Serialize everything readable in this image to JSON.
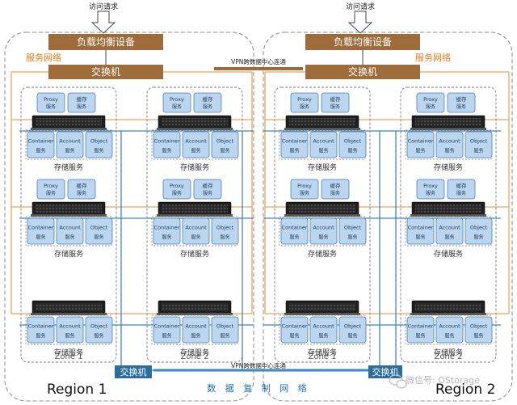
{
  "request_label": "访问请求",
  "load_balancer_label": "负载均衡设备",
  "switch_label": "交换机",
  "service_network_label": "服务网络",
  "vpn_label": "VPN跨数据中心连通",
  "replication_network_label": "数 据 复 制 网 络",
  "storage_service_label": "存储服务",
  "proxy": {
    "name": "Proxy",
    "sub": "服务"
  },
  "cache": {
    "name": "缓存",
    "sub": "服务"
  },
  "storage_services": [
    {
      "name": "Container",
      "sub": "服务"
    },
    {
      "name": "Account",
      "sub": "服务"
    },
    {
      "name": "Object",
      "sub": "服务"
    }
  ],
  "regions": [
    {
      "label": "Region 1",
      "zones": [
        "Zone 1",
        "Zone 2"
      ]
    },
    {
      "label": "Region 2",
      "zones": [
        "Zone 1",
        "Zone 2"
      ]
    }
  ],
  "watermark": "微信号: OStorage",
  "colors": {
    "load_balancer": "#9e6b3a",
    "switch": "#9e6b3a",
    "service_network": "#f0a55a",
    "replication_network": "#3b87c4",
    "replication_switch": "#2d6d9c",
    "service_box": "#bcd6ef",
    "server": "#1f1f1f"
  },
  "icons": [
    "down-arrow-icon",
    "server-icon",
    "wechat-icon"
  ]
}
